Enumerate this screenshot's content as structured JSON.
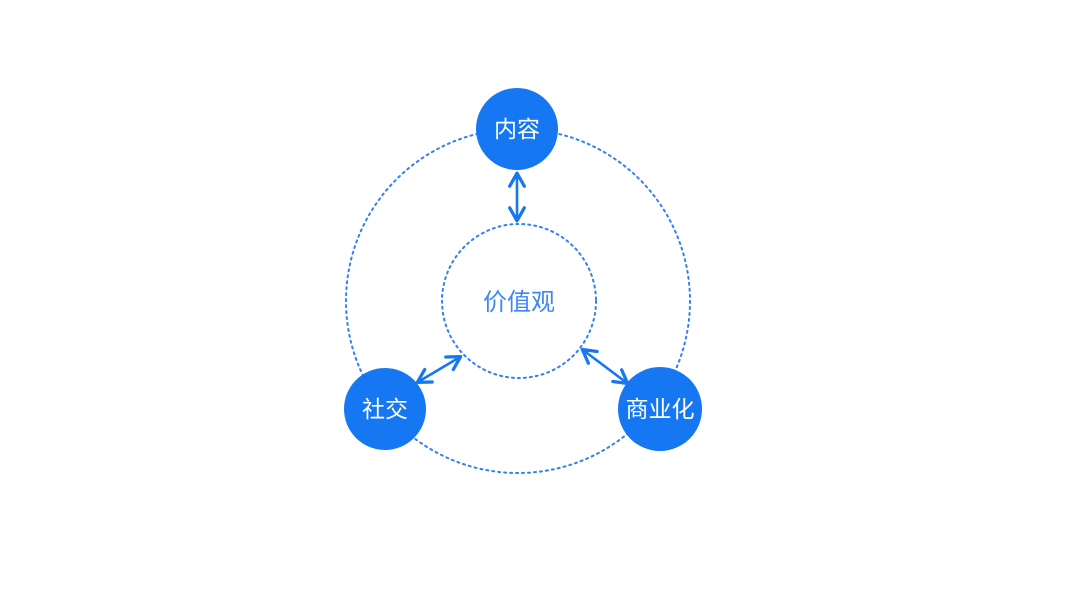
{
  "diagram": {
    "title": "values-core-diagram",
    "center": {
      "label": "价值观"
    },
    "nodes": [
      {
        "id": "content",
        "label": "内容",
        "position": "top"
      },
      {
        "id": "social",
        "label": "社交",
        "position": "bottom-left"
      },
      {
        "id": "commercialization",
        "label": "商业化",
        "position": "bottom-right"
      }
    ],
    "edges": [
      {
        "from": "content",
        "to": "center",
        "bidirectional": true
      },
      {
        "from": "social",
        "to": "center",
        "bidirectional": true
      },
      {
        "from": "commercialization",
        "to": "center",
        "bidirectional": true
      }
    ],
    "colors": {
      "background": "#FFFFFF",
      "node_fill": "#1677F2",
      "node_text": "#FFFFFF",
      "ring_stroke": "#3380F5",
      "center_text": "#3E86F6",
      "arrow": "#1677F2"
    }
  }
}
